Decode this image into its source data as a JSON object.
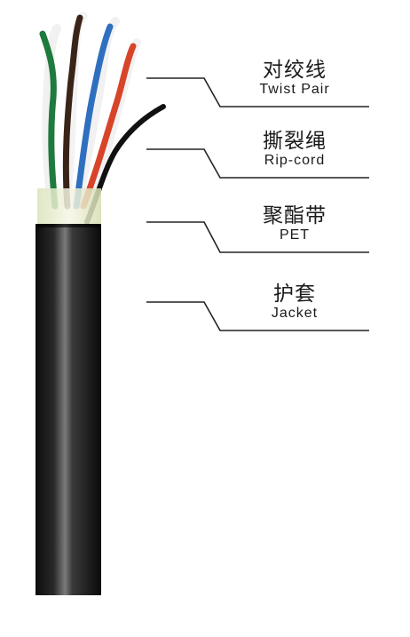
{
  "labels": [
    {
      "zh": "对绞线",
      "en": "Twist Pair"
    },
    {
      "zh": "撕裂绳",
      "en": "Rip-cord"
    },
    {
      "zh": "聚酯带",
      "en": "PET"
    },
    {
      "zh": "护套",
      "en": "Jacket"
    }
  ],
  "colors": {
    "jacket": "#1b1b1b",
    "jacket_highlight": "#6e6e6e",
    "pet_tape": "#e8ecd0",
    "pair_green": "#1f7a3e",
    "pair_brown": "#3a2418",
    "pair_blue": "#2f6fc0",
    "pair_orange": "#d8442a",
    "ripcord": "#111111",
    "leader": "#222222"
  }
}
